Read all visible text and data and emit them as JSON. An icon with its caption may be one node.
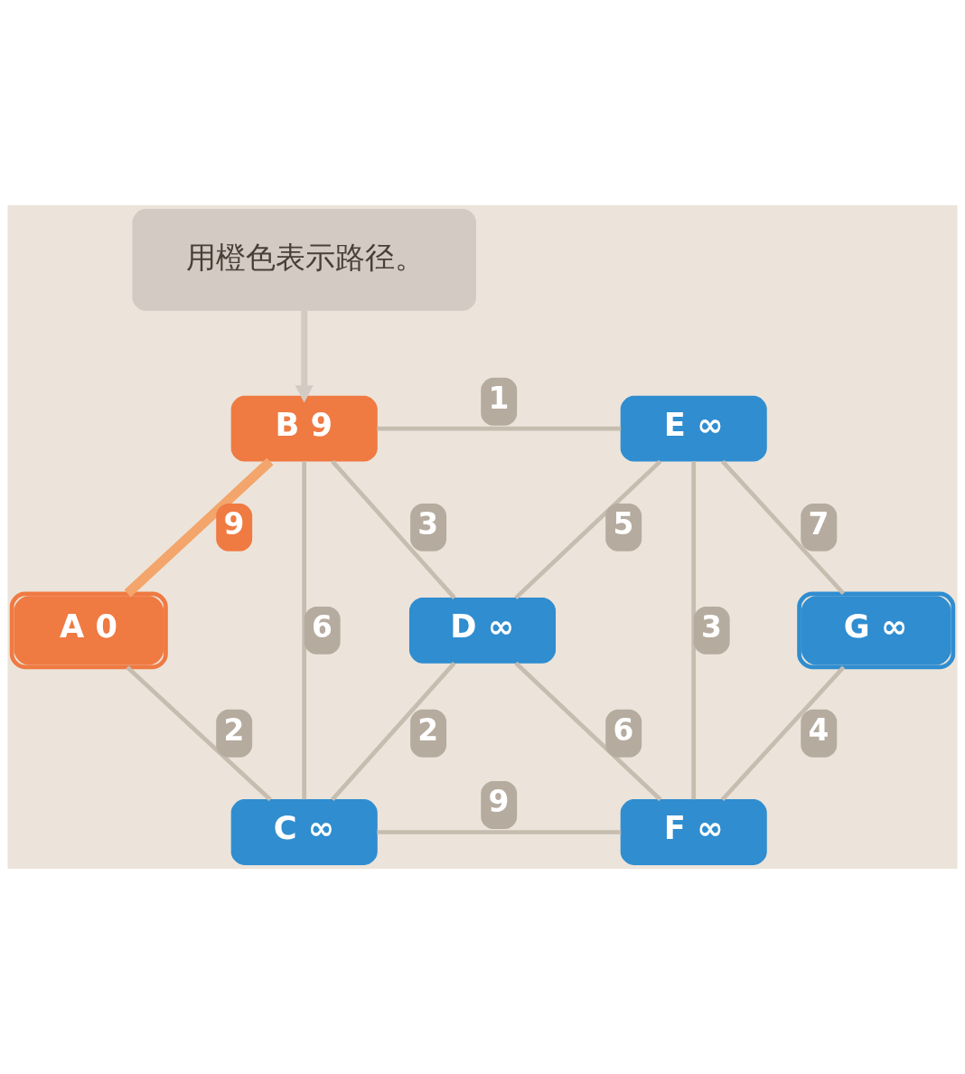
{
  "diagram": {
    "nodes": [
      {
        "text": [
          "用橙色表示路径。"
        ]
      },
      {
        "text": [
          "B 9"
        ]
      },
      {
        "text": [
          "E ∞"
        ]
      },
      {
        "text": [
          "A 0"
        ]
      },
      {
        "text": [
          "D ∞"
        ]
      },
      {
        "text": [
          "G ∞"
        ]
      },
      {
        "text": [
          "C ∞"
        ]
      },
      {
        "text": [
          "F ∞"
        ]
      }
    ],
    "edges": [
      {
        "from": 0,
        "to": 1,
        "arrow": "to"
      },
      {
        "from": 1,
        "to": 2,
        "arrow": "none",
        "label": "1"
      },
      {
        "from": 1,
        "to": 3,
        "arrow": "none",
        "label": "9",
        "style": "thick",
        "color": "#f3a56b"
      },
      {
        "from": 1,
        "to": 6,
        "arrow": "none",
        "label": "6"
      },
      {
        "from": 1,
        "to": 4,
        "arrow": "none",
        "label": "3"
      },
      {
        "from": 2,
        "to": 4,
        "arrow": "none",
        "label": "5"
      },
      {
        "from": 2,
        "to": 7,
        "arrow": "none",
        "label": "3"
      },
      {
        "from": 2,
        "to": 5,
        "arrow": "none",
        "label": "7"
      },
      {
        "from": 3,
        "to": 6,
        "arrow": "none",
        "label": "2"
      },
      {
        "from": 4,
        "to": 6,
        "arrow": "none",
        "label": "2"
      },
      {
        "from": 4,
        "to": 7,
        "arrow": "none",
        "label": "6"
      },
      {
        "from": 5,
        "to": 7,
        "arrow": "none",
        "label": "4"
      },
      {
        "from": 6,
        "to": 7,
        "arrow": "none",
        "label": "9"
      }
    ]
  }
}
